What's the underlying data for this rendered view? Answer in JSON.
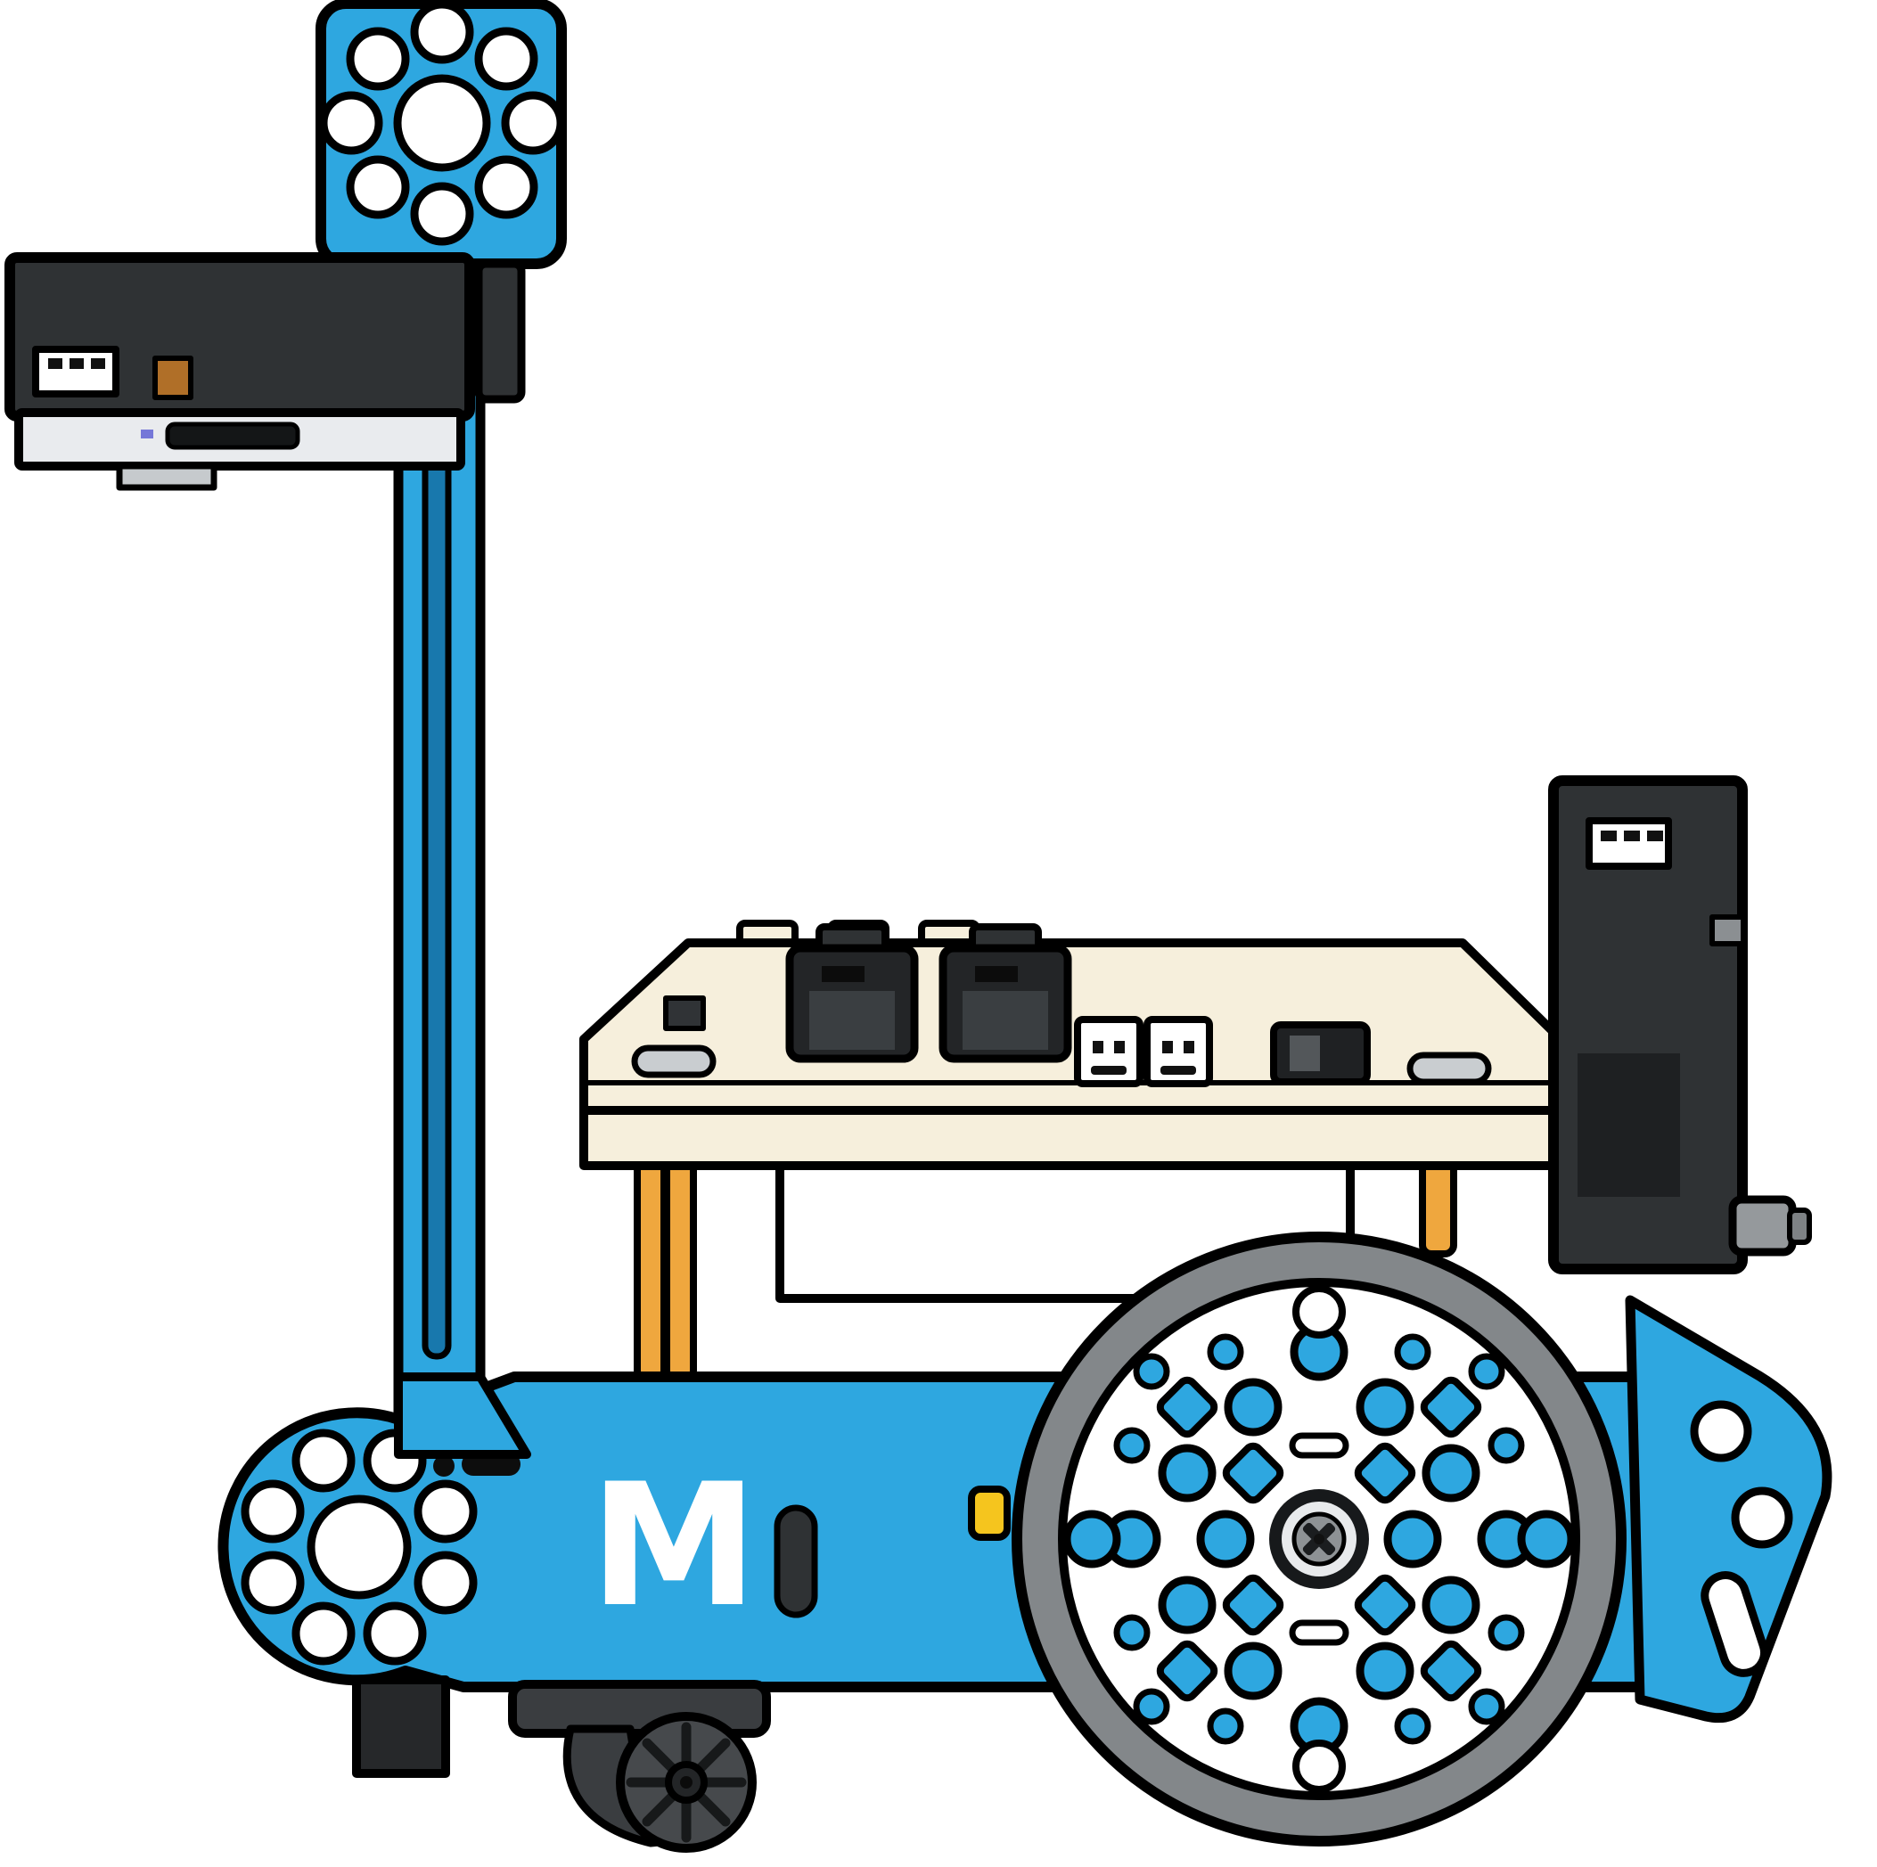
{
  "title": "mBot educational robot — side view assembly illustration",
  "background": "#FFFFFF",
  "logo": {
    "letter": "M",
    "color": "#FFFFFF"
  },
  "colors": {
    "blue": "#2EA7E0",
    "blueDark": "#1878AD",
    "outline": "#000000",
    "moduleDark": "#2F3234",
    "moduleDarker": "#1E2022",
    "stripLight": "#E9EBEE",
    "cream": "#F6EFDC",
    "amber": "#EFA73E",
    "yellow": "#F5C51E",
    "wheelGray": "#83878A",
    "casterGray": "#3A3D40",
    "steel": "#95999C",
    "white": "#FFFFFF",
    "orange": "#B06F28"
  },
  "parts": [
    "top-mounting-bracket",
    "controller-module",
    "usb-connector",
    "sd-card-slot",
    "vertical-beam",
    "main-board",
    "rj25-ports",
    "jst-connectors",
    "power-switch",
    "battery-box",
    "brass-standoffs",
    "chassis",
    "makeblock-logo",
    "drive-wheel",
    "wheel-hub",
    "caster-wheel",
    "rear-bracket",
    "side-module"
  ]
}
